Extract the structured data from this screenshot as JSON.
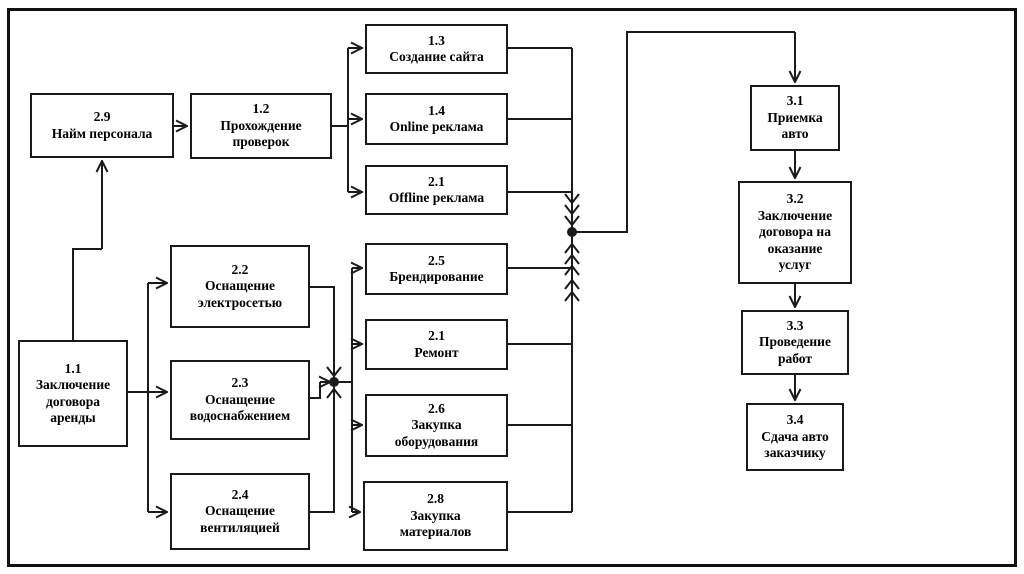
{
  "colors": {
    "stroke": "#1a1a1a",
    "frame": "#111111",
    "box_fill": "#ffffff",
    "text": "#000000",
    "background": "#ffffff"
  },
  "diagram": {
    "nodes": {
      "n11": {
        "code": "1.1",
        "label": "Заключение договора аренды",
        "text": "1.1\nЗаключение\nдоговора\nаренды"
      },
      "n29": {
        "code": "2.9",
        "label": "Найм персонала",
        "text": "2.9\nНайм персонала"
      },
      "n12": {
        "code": "1.2",
        "label": "Прохождение проверок",
        "text": "1.2\nПрохождение\nпроверок"
      },
      "n13": {
        "code": "1.3",
        "label": "Создание сайта",
        "text": "1.3\nСоздание сайта"
      },
      "n14": {
        "code": "1.4",
        "label": "Online реклама",
        "text": "1.4\nOnline реклама"
      },
      "n21o": {
        "code": "2.1",
        "label": "Offline реклама",
        "text": "2.1\nOffline реклама"
      },
      "n22": {
        "code": "2.2",
        "label": "Оснащение электросетью",
        "text": "2.2\nОснащение\nэлектросетью"
      },
      "n23": {
        "code": "2.3",
        "label": "Оснащение водоснабжением",
        "text": "2.3\nОснащение\nводоснабжением"
      },
      "n24": {
        "code": "2.4",
        "label": "Оснащение вентиляцией",
        "text": "2.4\nОснащение\nвентиляцией"
      },
      "n25": {
        "code": "2.5",
        "label": "Брендирование",
        "text": "2.5\nБрендирование"
      },
      "n21r": {
        "code": "2.1",
        "label": "Ремонт",
        "text": "2.1\nРемонт"
      },
      "n26": {
        "code": "2.6",
        "label": "Закупка оборудования",
        "text": "2.6\nЗакупка\nоборудования"
      },
      "n28": {
        "code": "2.8",
        "label": "Закупка материалов",
        "text": "2.8\nЗакупка\nматериалов"
      },
      "n31": {
        "code": "3.1",
        "label": "Приемка авто",
        "text": "3.1\nПриемка\nавто"
      },
      "n32": {
        "code": "3.2",
        "label": "Заключение договора на оказание услуг",
        "text": "3.2\nЗаключение\nдоговора на\nоказание\nуслуг"
      },
      "n33": {
        "code": "3.3",
        "label": "Проведение работ",
        "text": "3.3\nПроведение\nработ"
      },
      "n34": {
        "code": "3.4",
        "label": "Сдача авто заказчику",
        "text": "3.4\nСдача авто\nзаказчику"
      }
    },
    "edges": [
      [
        "1.1",
        "2.9"
      ],
      [
        "1.1",
        "2.2"
      ],
      [
        "1.1",
        "2.3"
      ],
      [
        "1.1",
        "2.4"
      ],
      [
        "2.9",
        "1.2"
      ],
      [
        "1.2",
        "1.3"
      ],
      [
        "1.2",
        "1.4"
      ],
      [
        "1.2",
        "2.1 Offline"
      ],
      [
        "2.2",
        "junction-left"
      ],
      [
        "2.3",
        "junction-left"
      ],
      [
        "2.4",
        "junction-left"
      ],
      [
        "junction-left",
        "2.5"
      ],
      [
        "junction-left",
        "2.1 Ремонт"
      ],
      [
        "junction-left",
        "2.6"
      ],
      [
        "junction-left",
        "2.8"
      ],
      [
        "1.3",
        "junction-right"
      ],
      [
        "1.4",
        "junction-right"
      ],
      [
        "2.1 Offline",
        "junction-right"
      ],
      [
        "2.5",
        "junction-right"
      ],
      [
        "2.1 Ремонт",
        "junction-right"
      ],
      [
        "2.6",
        "junction-right"
      ],
      [
        "2.8",
        "junction-right"
      ],
      [
        "junction-right",
        "3.1"
      ],
      [
        "3.1",
        "3.2"
      ],
      [
        "3.2",
        "3.3"
      ],
      [
        "3.3",
        "3.4"
      ]
    ]
  }
}
